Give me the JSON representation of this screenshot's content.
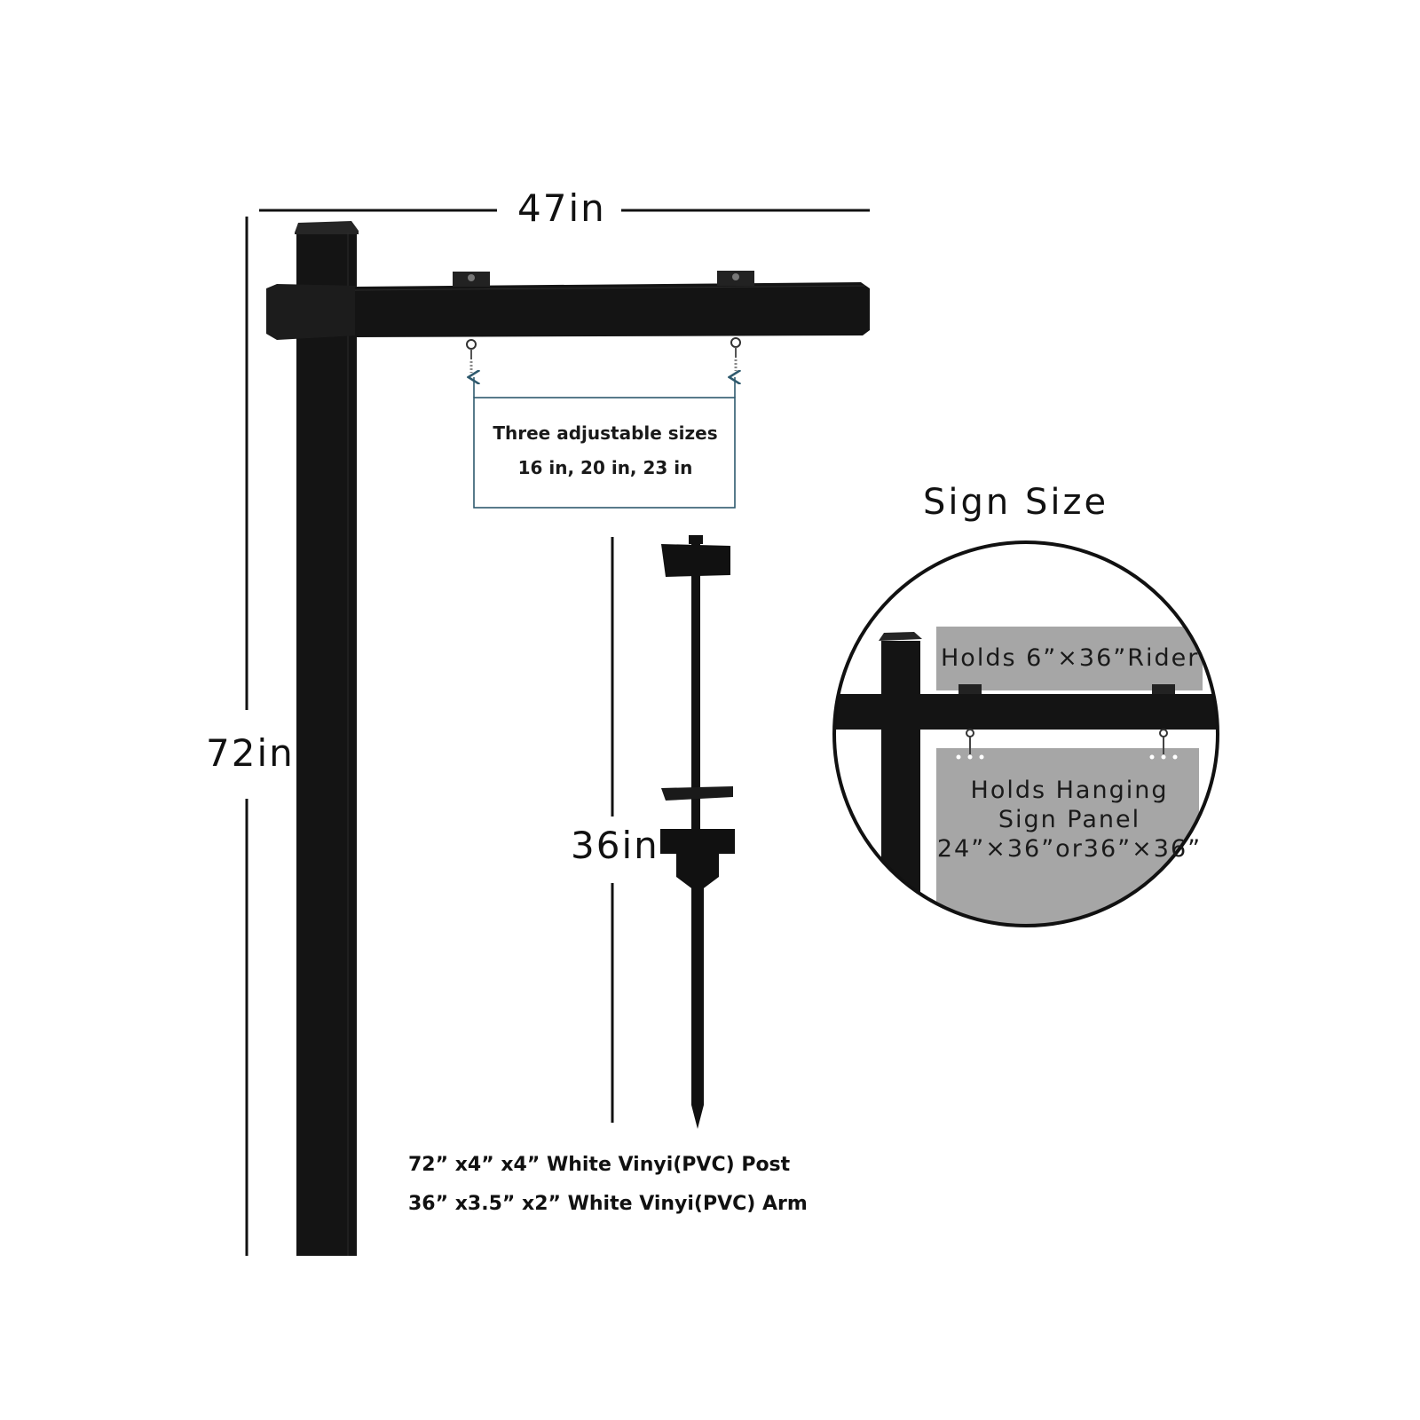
{
  "dimensions": {
    "width_label": "47in",
    "height_label": "72in",
    "stake_label": "36in"
  },
  "adjustable_box": {
    "line1": "Three adjustable sizes",
    "line2": "16 in, 20 in, 23 in"
  },
  "specs": {
    "post": "72” x4” x4” White Vinyi(PVC) Post",
    "arm": "36” x3.5” x2” White Vinyi(PVC) Arm"
  },
  "sign_size": {
    "title": "Sign Size",
    "rider_text": "Holds 6”×36”Rider",
    "panel_line1": "Holds Hanging",
    "panel_line2": "Sign Panel",
    "panel_line3": "24”×36”or36”×36”"
  },
  "colors": {
    "post": "#141414",
    "panel": "#a6a6a6",
    "box_border": "#2f5a6e",
    "background": "#ffffff"
  }
}
